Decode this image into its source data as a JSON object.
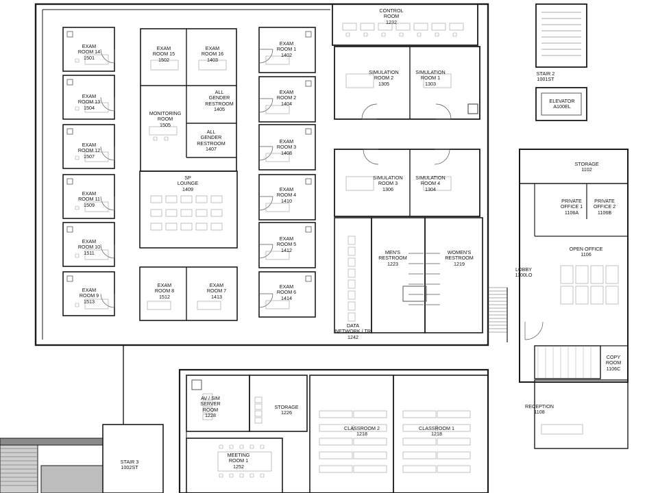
{
  "plan": {
    "colors": {
      "wall": "#1a1a1a",
      "thin": "#555555",
      "furniture": "#9a9a9a",
      "hatch": "#8a8a8a",
      "background": "#ffffff"
    },
    "rooms": [
      {
        "id": "control-room",
        "name": "CONTROL\nROOM",
        "number": "1232"
      },
      {
        "id": "simulation-room-2",
        "name": "SIMULATION\nROOM 2",
        "number": "1305"
      },
      {
        "id": "simulation-room-1",
        "name": "SIMULATION\nROOM 1",
        "number": "1303"
      },
      {
        "id": "simulation-room-3",
        "name": "SIMULATION\nROOM 3",
        "number": "1306"
      },
      {
        "id": "simulation-room-4",
        "name": "SIMULATION\nROOM 4",
        "number": "1304"
      },
      {
        "id": "stair-2",
        "name": "STAIR 2",
        "number": "1001ST"
      },
      {
        "id": "elevator",
        "name": "ELEVATOR",
        "number": "A100EL"
      },
      {
        "id": "storage-1102",
        "name": "STORAGE",
        "number": "1102"
      },
      {
        "id": "private-office-1",
        "name": "PRIVATE\nOFFICE 1",
        "number": "1106A"
      },
      {
        "id": "private-office-2",
        "name": "PRIVATE\nOFFICE 2",
        "number": "1106B"
      },
      {
        "id": "open-office",
        "name": "OPEN OFFICE",
        "number": "1106"
      },
      {
        "id": "lobby",
        "name": "LOBBY",
        "number": "1100LO"
      },
      {
        "id": "copy-room",
        "name": "COPY\nROOM",
        "number": "1106C"
      },
      {
        "id": "reception",
        "name": "RECEPTION",
        "number": "1108"
      },
      {
        "id": "exam-room-14",
        "name": "EXAM\nROOM 14",
        "number": "1501"
      },
      {
        "id": "exam-room-13",
        "name": "EXAM\nROOM 13",
        "number": "1504"
      },
      {
        "id": "exam-room-12",
        "name": "EXAM\nROOM 12",
        "number": "1507"
      },
      {
        "id": "exam-room-11",
        "name": "EXAM\nROOM 11",
        "number": "1509"
      },
      {
        "id": "exam-room-10",
        "name": "EXAM\nROOM 10",
        "number": "1511"
      },
      {
        "id": "exam-room-9",
        "name": "EXAM\nROOM 9",
        "number": "1513"
      },
      {
        "id": "exam-room-15",
        "name": "EXAM\nROOM 15",
        "number": "1502"
      },
      {
        "id": "exam-room-16",
        "name": "EXAM\nROOM 16",
        "number": "1403"
      },
      {
        "id": "monitoring-room",
        "name": "MONITORING\nROOM",
        "number": "1505"
      },
      {
        "id": "all-gender-restroom-1405",
        "name": "ALL\nGENDER\nRESTROOM",
        "number": "1405"
      },
      {
        "id": "all-gender-restroom-1407",
        "name": "ALL\nGENDER\nRESTROOM",
        "number": "1407"
      },
      {
        "id": "sp-lounge",
        "name": "SP\nLOUNGE",
        "number": "1409"
      },
      {
        "id": "exam-room-8",
        "name": "EXAM\nROOM 8",
        "number": "1512"
      },
      {
        "id": "exam-room-7",
        "name": "EXAM\nROOM 7",
        "number": "1413"
      },
      {
        "id": "exam-room-1",
        "name": "EXAM\nROOM 1",
        "number": "1402"
      },
      {
        "id": "exam-room-2",
        "name": "EXAM\nROOM 2",
        "number": "1404"
      },
      {
        "id": "exam-room-3",
        "name": "EXAM\nROOM 3",
        "number": "1408"
      },
      {
        "id": "exam-room-4",
        "name": "EXAM\nROOM 4",
        "number": "1410"
      },
      {
        "id": "exam-room-5",
        "name": "EXAM\nROOM 5",
        "number": "1412"
      },
      {
        "id": "exam-room-6",
        "name": "EXAM\nROOM 6",
        "number": "1414"
      },
      {
        "id": "mens-restroom",
        "name": "MEN'S\nRESTROOM",
        "number": "1223"
      },
      {
        "id": "womens-restroom",
        "name": "WOMEN'S\nRESTROOM",
        "number": "1219"
      },
      {
        "id": "data-network",
        "name": "DATA\nNETWORK / TR",
        "number": "1242"
      },
      {
        "id": "av-sim-server-room",
        "name": "AV / SIM\nSERVER\nROOM",
        "number": "1228"
      },
      {
        "id": "storage-1226",
        "name": "STORAGE",
        "number": "1226"
      },
      {
        "id": "classroom-2",
        "name": "CLASSROOM 2",
        "number": "1218"
      },
      {
        "id": "classroom-1",
        "name": "CLASSROOM 1",
        "number": "1218"
      },
      {
        "id": "meeting-room-1",
        "name": "MEETING\nROOM 1",
        "number": "1252"
      },
      {
        "id": "stair-3",
        "name": "STAIR 3",
        "number": "1002ST"
      }
    ]
  }
}
